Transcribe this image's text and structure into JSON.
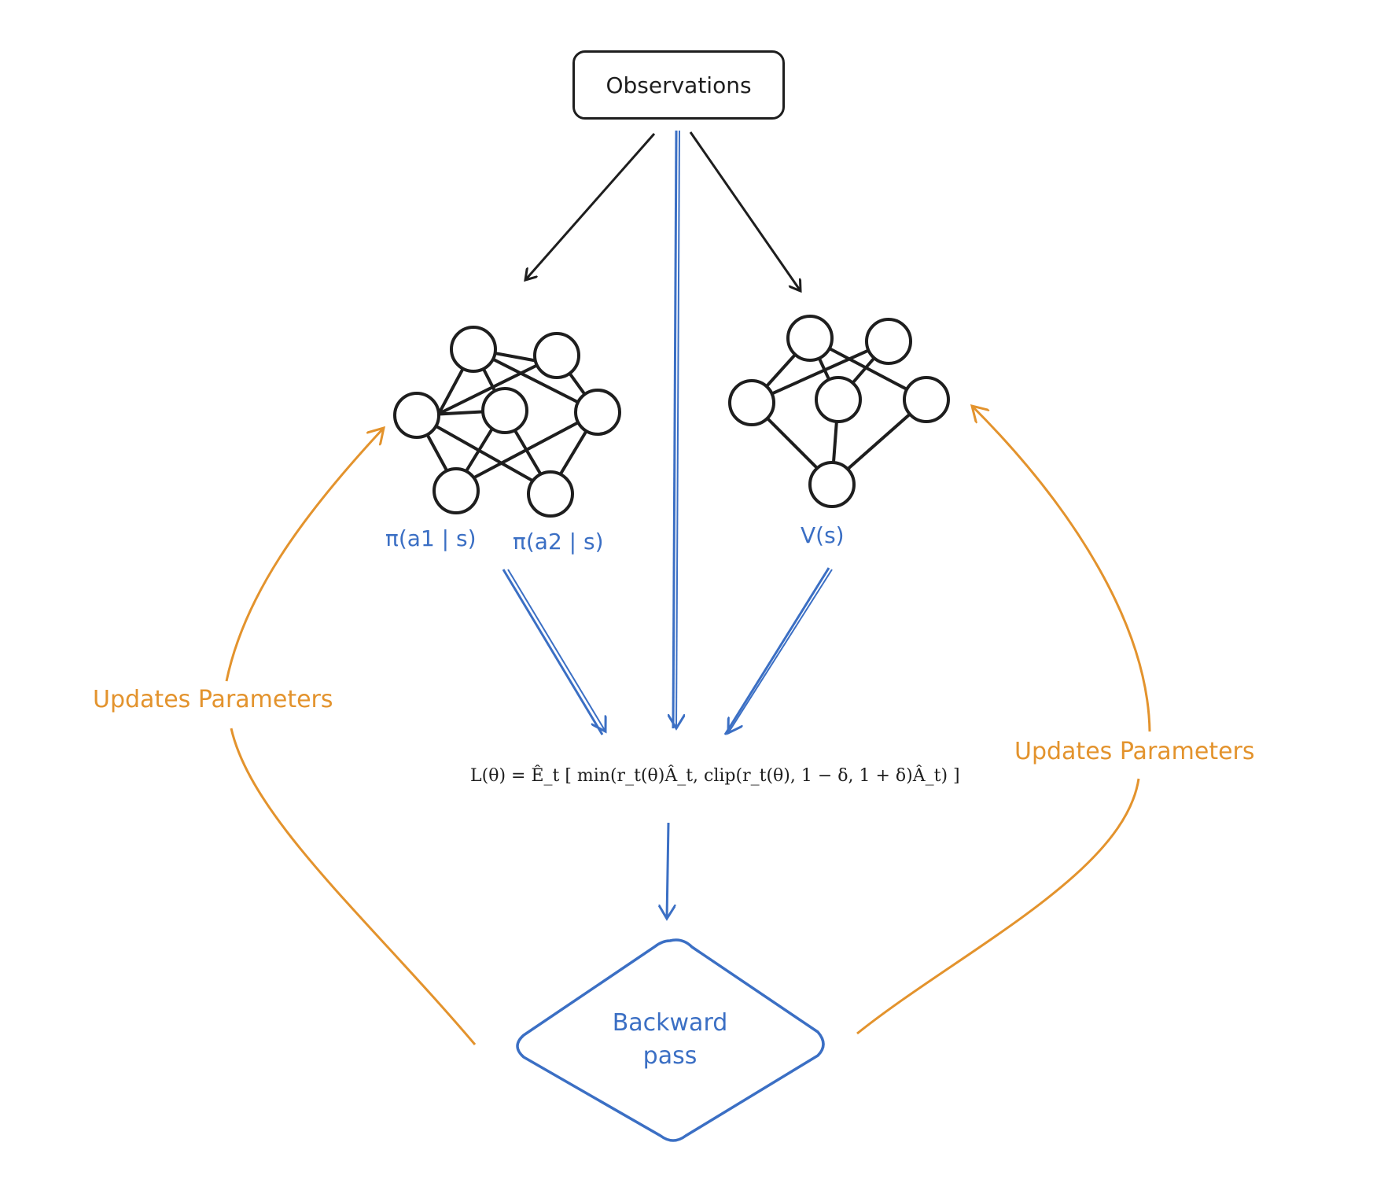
{
  "nodes": {
    "observations": "Observations",
    "policy_output_1": "π(a1 | s)",
    "policy_output_2": "π(a2 | s)",
    "value_output": "V(s)",
    "loss_formula": "L(θ) = Ê_t [ min(r_t(θ)Â_t, clip(r_t(θ), 1 − δ, 1 + δ)Â_t) ]",
    "backward_pass_line1": "Backward",
    "backward_pass_line2": "pass"
  },
  "edge_labels": {
    "left_update": "Updates Parameters",
    "right_update": "Updates Parameters"
  },
  "colors": {
    "ink": "#1e1e1e",
    "blue": "#3b6fc4",
    "orange": "#e3932d"
  },
  "icons": {
    "policy_network": "neural-network-icon",
    "value_network": "neural-network-icon"
  }
}
